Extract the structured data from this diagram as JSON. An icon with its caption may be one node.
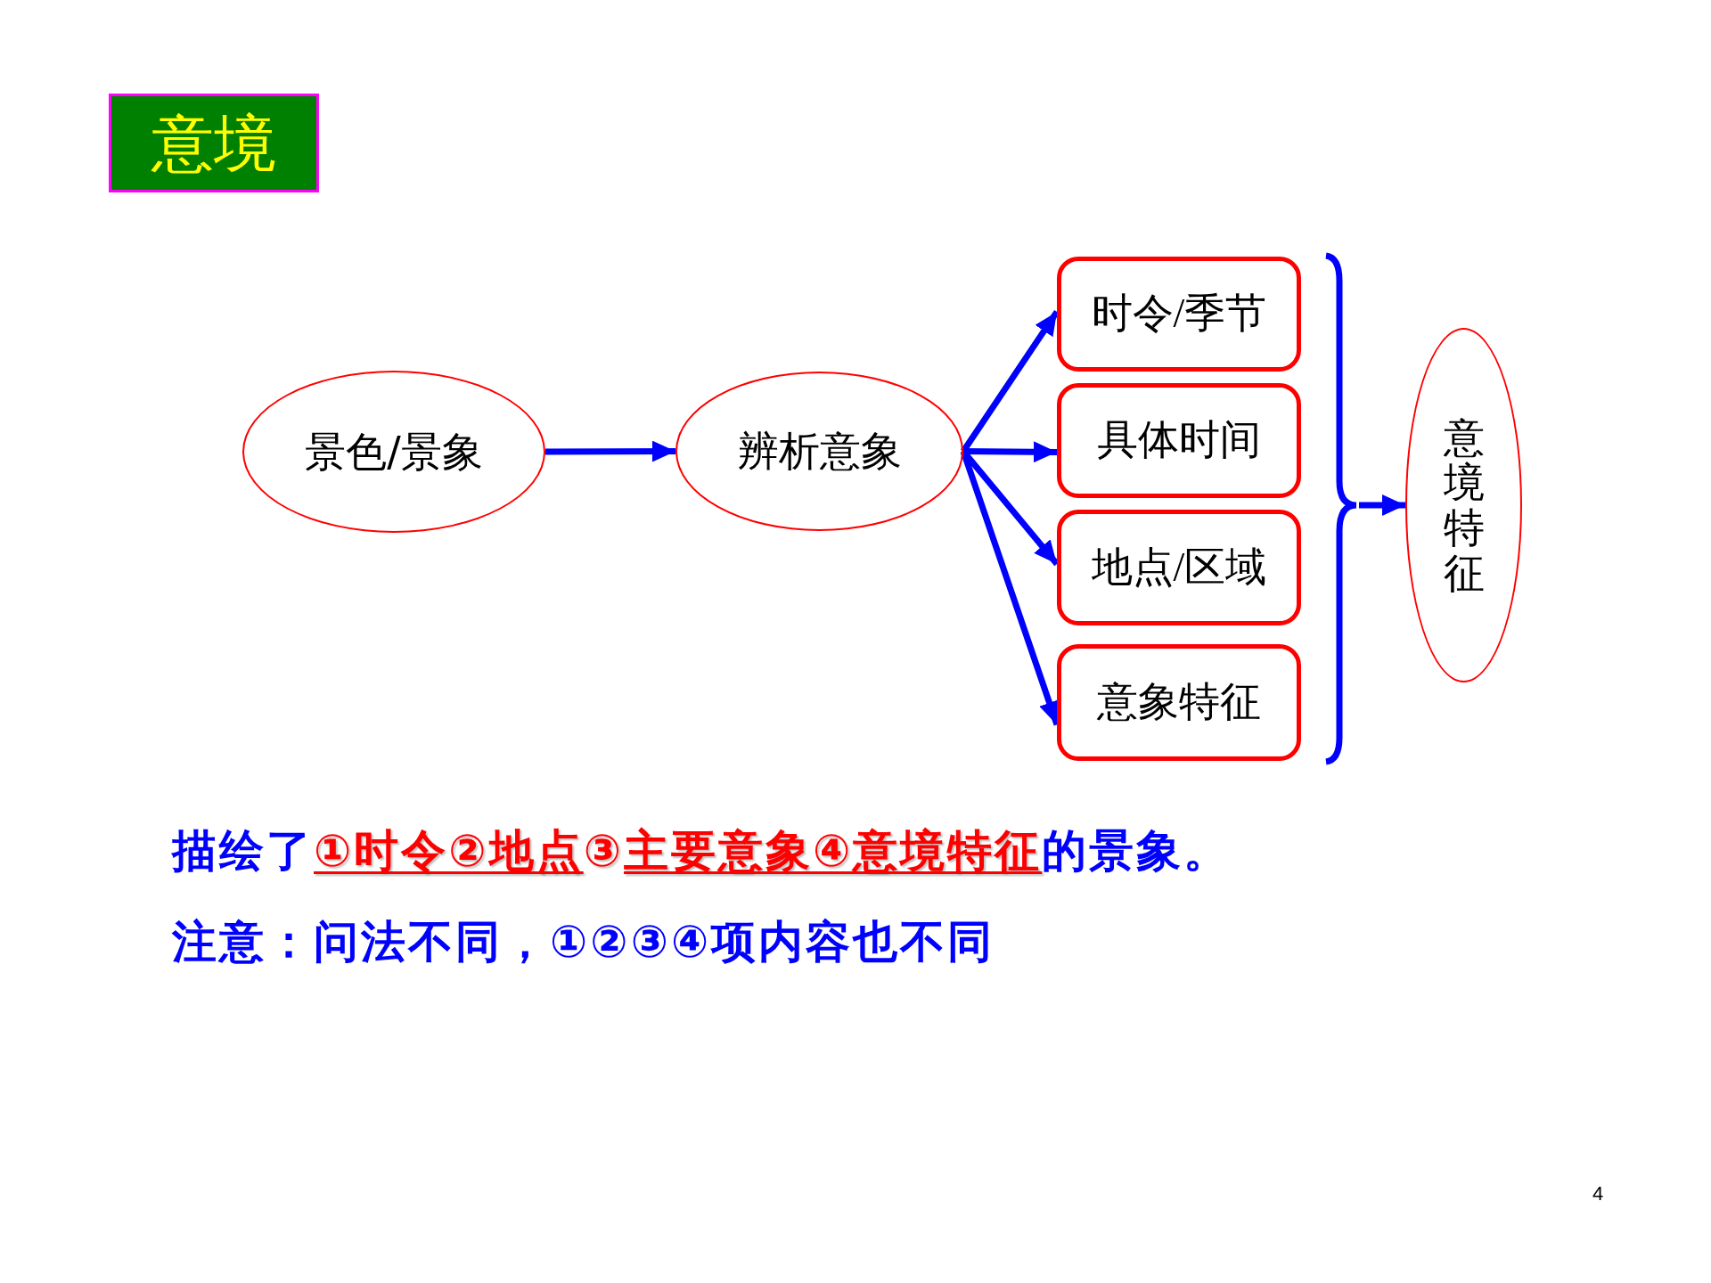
{
  "diagram": {
    "title": "意境",
    "nodes": [
      {
        "text": [
          "景色/景象"
        ]
      },
      {
        "text": [
          "辨析意象"
        ]
      },
      {
        "text": [
          "时令/季节"
        ]
      },
      {
        "text": [
          "具体时间"
        ]
      },
      {
        "text": [
          "地点/区域"
        ]
      },
      {
        "text": [
          "意象特征"
        ]
      },
      {
        "text": [],
        "shape": "brace"
      },
      {
        "text": [
          "意境特征"
        ]
      }
    ],
    "edges": [
      {
        "from": 0,
        "to": 1,
        "arrow": "to"
      },
      {
        "from": 1,
        "to": 2,
        "arrow": "to"
      },
      {
        "from": 1,
        "to": 3,
        "arrow": "to"
      },
      {
        "from": 1,
        "to": 4,
        "arrow": "to"
      },
      {
        "from": 1,
        "to": 5,
        "arrow": "to"
      },
      {
        "from": 6,
        "to": 7,
        "arrow": "to"
      }
    ],
    "labels": [
      "描绘了①时令②地点③主要意象④意境特征的景象。",
      "注意：问法不同，①②③④项内容也不同",
      "4"
    ]
  }
}
